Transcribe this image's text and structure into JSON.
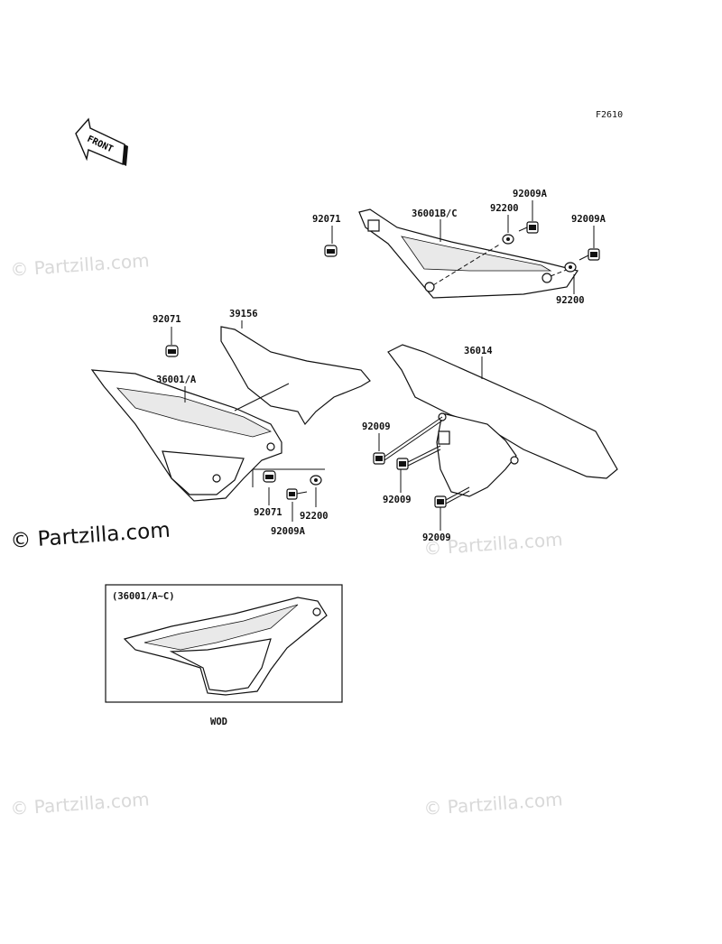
{
  "figure_code": "F2610",
  "front_arrow": "FRONT",
  "watermark": {
    "brand": "© Partzilla.com"
  },
  "parts": {
    "p92071_top": "92071",
    "p36001bc": "36001B/C",
    "p92200_top": "92200",
    "p92009a_top1": "92009A",
    "p92009a_top2": "92009A",
    "p92200_top2": "92200",
    "p92071_left": "92071",
    "p39156": "39156",
    "p36001a": "36001/A",
    "p36014": "36014",
    "p92009_1": "92009",
    "p92009_2": "92009",
    "p92009_3": "92009",
    "p92071_bottom": "92071",
    "p92200_bottom": "92200",
    "p92009a_bottom": "92009A"
  },
  "inset": {
    "title": "(36001/A~C)",
    "caption": "WOD"
  }
}
